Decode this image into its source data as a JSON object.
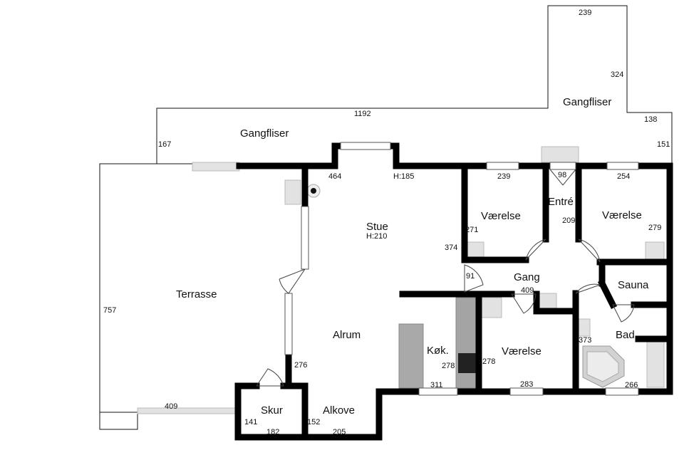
{
  "rooms": {
    "gangfliser_top": "Gangfliser",
    "gangfliser_left": "Gangfliser",
    "terrasse": "Terrasse",
    "stue": "Stue",
    "stue_height": "H:210",
    "vaerelse_1": "Værelse",
    "entre": "Entré",
    "vaerelse_2": "Værelse",
    "gang": "Gang",
    "sauna": "Sauna",
    "bad": "Bad",
    "alrum": "Alrum",
    "kokken": "Køk.",
    "vaerelse_3": "Værelse",
    "skur": "Skur",
    "alkove": "Alkove"
  },
  "dimensions": {
    "top_width": "239",
    "top_right_depth": "324",
    "long_path": "1192",
    "step": "138",
    "left_path_depth": "167",
    "right_path_depth": "151",
    "stue_width": "464",
    "bay_height": "H:185",
    "vaerelse_1_width": "239",
    "entre_width": "98",
    "vaerelse_2_width": "254",
    "vaerelse_1_depth": "271",
    "entre_depth": "209",
    "vaerelse_2_depth": "279",
    "stue_depth": "374",
    "gang_small": "91",
    "gang_width": "409",
    "terrasse_depth": "757",
    "bad_depth": "373",
    "alrum_depth": "276",
    "kokken_depth": "278",
    "vaerelse_3_depth": "278",
    "terrasse_width": "409",
    "kokken_width": "311",
    "vaerelse_3_width": "283",
    "bad_width": "266",
    "skur_depth": "141",
    "skur_width": "182",
    "alkove_depth": "152",
    "alkove_width": "205"
  }
}
